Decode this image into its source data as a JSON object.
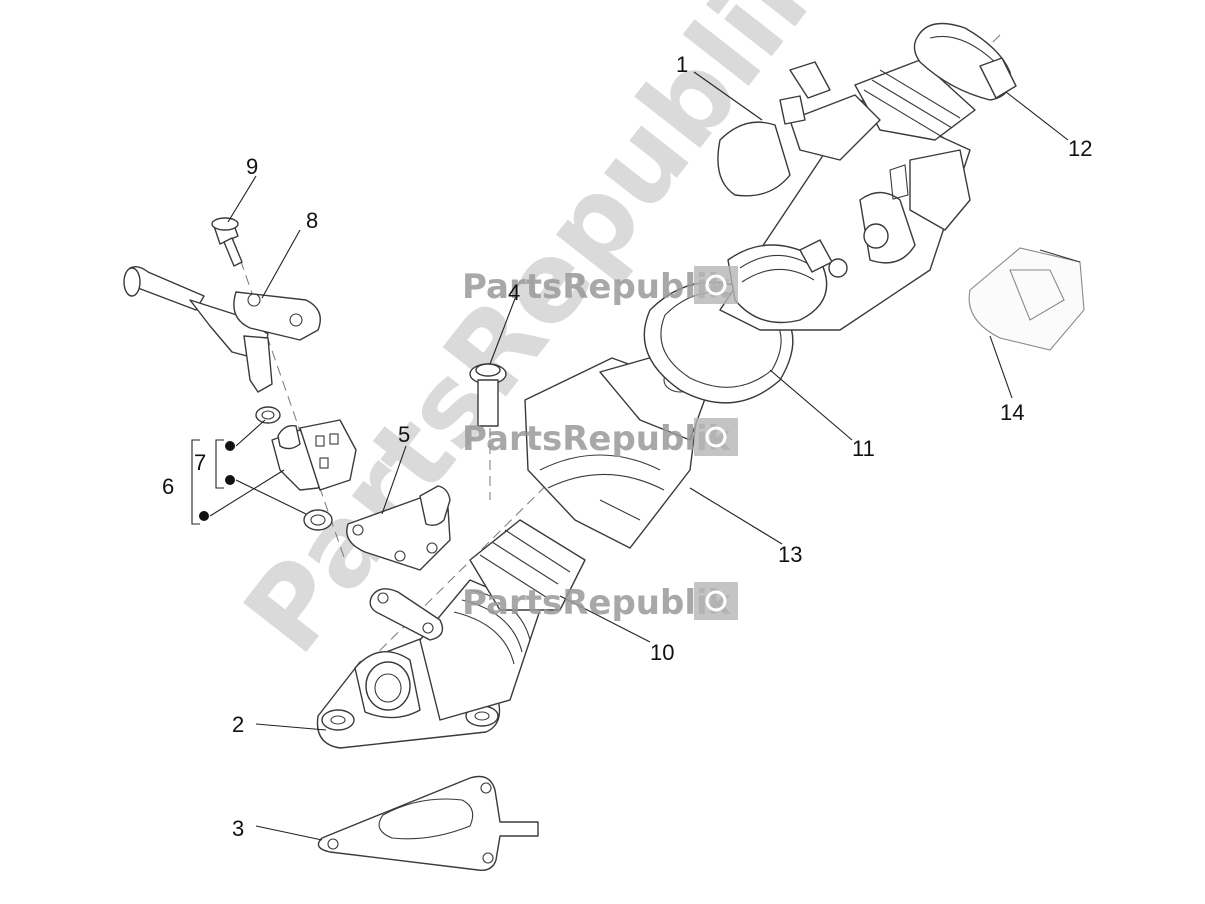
{
  "diagram": {
    "callouts": [
      {
        "id": "1",
        "label": "1"
      },
      {
        "id": "2",
        "label": "2"
      },
      {
        "id": "3",
        "label": "3"
      },
      {
        "id": "4",
        "label": "4"
      },
      {
        "id": "5",
        "label": "5"
      },
      {
        "id": "6",
        "label": "6"
      },
      {
        "id": "7",
        "label": "7"
      },
      {
        "id": "8",
        "label": "8"
      },
      {
        "id": "9",
        "label": "9"
      },
      {
        "id": "10",
        "label": "10"
      },
      {
        "id": "11",
        "label": "11"
      },
      {
        "id": "12",
        "label": "12"
      },
      {
        "id": "13",
        "label": "13"
      },
      {
        "id": "14",
        "label": "14"
      }
    ]
  },
  "watermark": {
    "brand": "PartsRepublik",
    "diagonal": "PartsRepublik",
    "color": "#bdbdbd"
  },
  "colors": {
    "line": "#3a3a3a",
    "background": "#ffffff"
  }
}
